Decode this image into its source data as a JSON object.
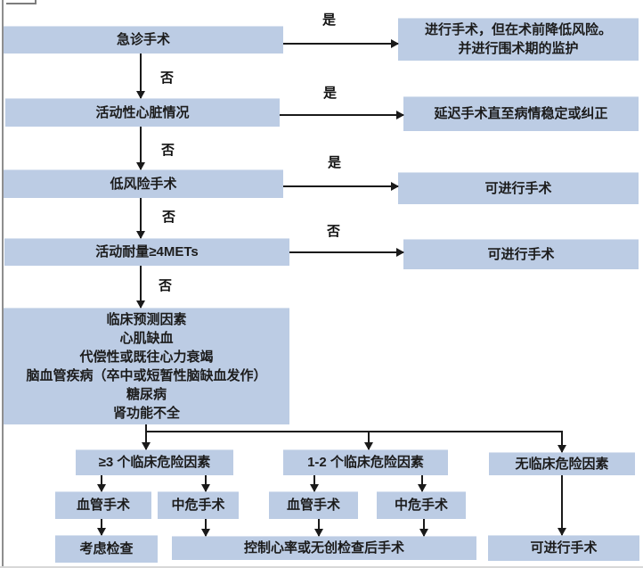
{
  "diagram": {
    "edge_labels": {
      "yes": "是",
      "no": "否"
    },
    "decision_chain": [
      {
        "label": "急诊手术"
      },
      {
        "label": "活动性心脏情况"
      },
      {
        "label": "低风险手术"
      },
      {
        "label": "活动耐量≥4METs"
      }
    ],
    "outcomes_right": [
      {
        "lines": [
          "进行手术，但在术前降低风险。",
          "并进行围术期的监护"
        ]
      },
      {
        "label": "延迟手术直至病情稳定或纠正"
      },
      {
        "label": "可进行手术"
      },
      {
        "label": "可进行手术"
      }
    ],
    "predictor_box": {
      "lines": [
        "临床预测因素",
        "心肌缺血",
        "代偿性或既往心力衰竭",
        "脑血管疾病（卒中或短暂性脑缺血发作）",
        "糖尿病",
        "肾功能不全"
      ]
    },
    "risk_branches": [
      {
        "header": "≥3 个临床危险因素",
        "children": [
          {
            "label": "血管手术"
          },
          {
            "label": "中危手术"
          }
        ]
      },
      {
        "header": "1-2 个临床危险因素",
        "children": [
          {
            "label": "血管手术"
          },
          {
            "label": "中危手术"
          }
        ]
      },
      {
        "header": "无临床危险因素",
        "children": []
      }
    ],
    "final_boxes": [
      {
        "label": "考虑检查"
      },
      {
        "label": "控制心率或无创检查后手术"
      },
      {
        "label": "可进行手术"
      }
    ],
    "colors": {
      "box_fill": "#bccce4",
      "line": "#1a1a1a"
    }
  }
}
